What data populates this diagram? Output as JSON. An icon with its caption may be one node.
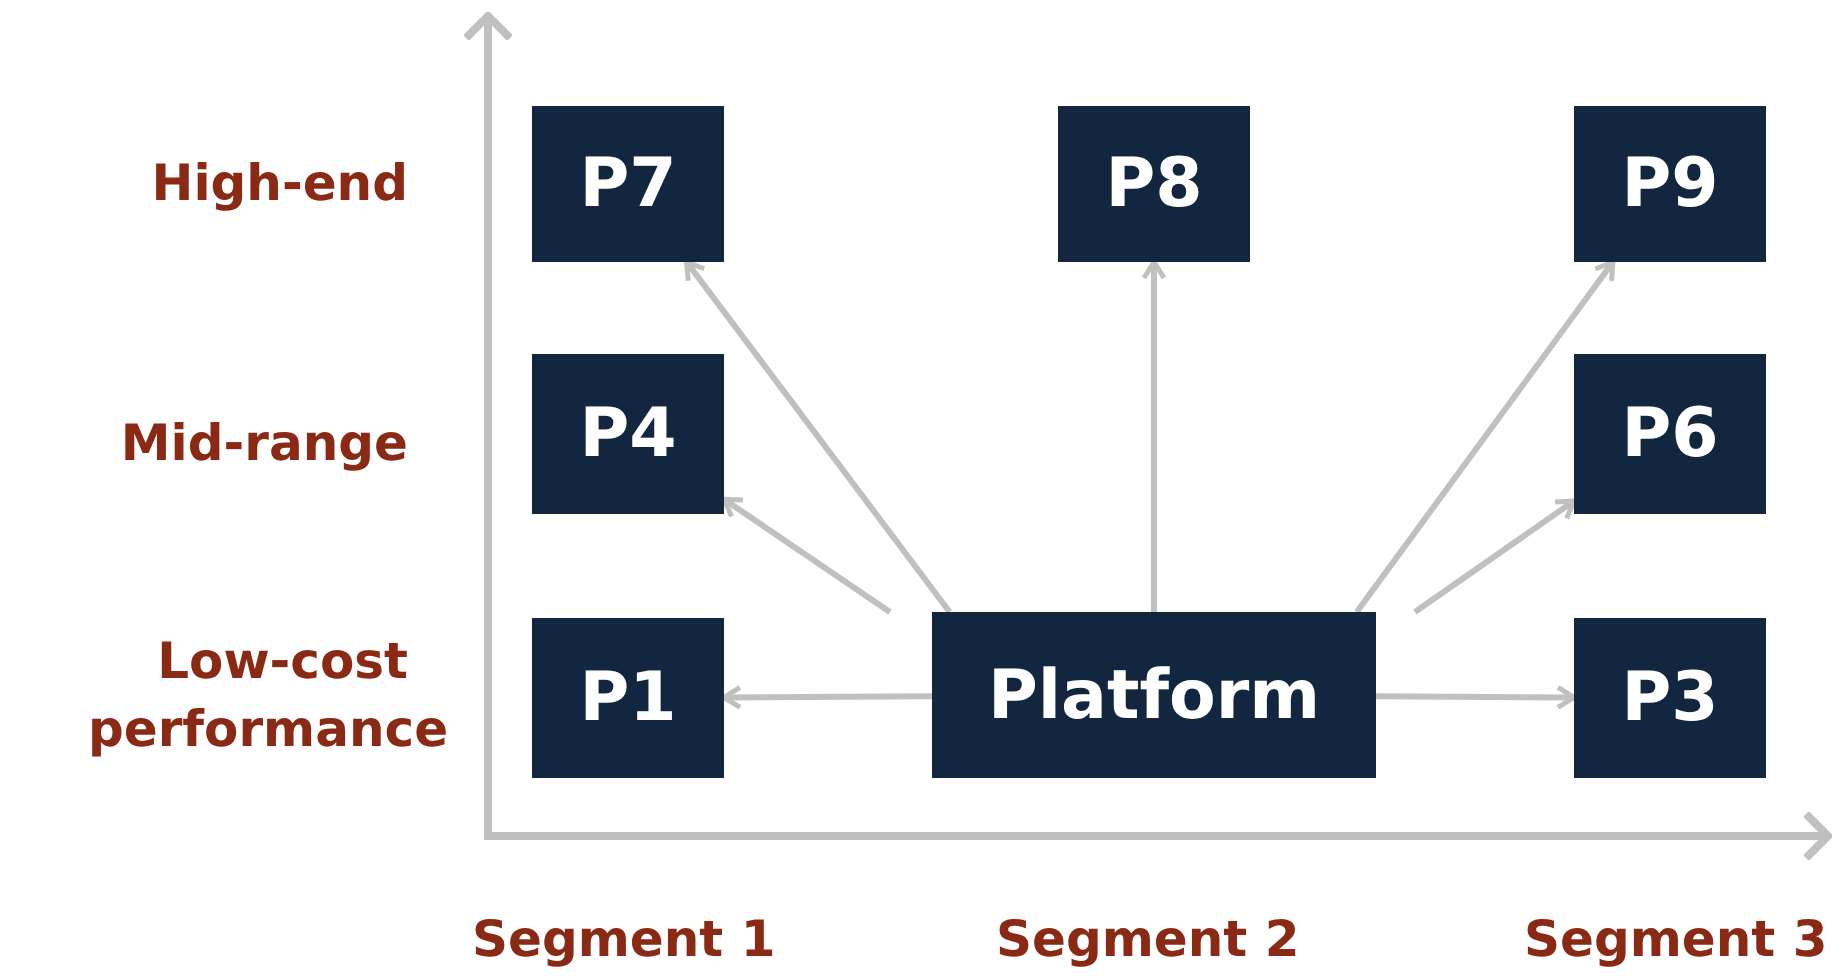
{
  "diagram": {
    "nodes": [
      {
        "text": [
          "P7"
        ]
      },
      {
        "text": [
          "P8"
        ]
      },
      {
        "text": [
          "P9"
        ]
      },
      {
        "text": [
          "P4"
        ]
      },
      {
        "text": [
          "P6"
        ]
      },
      {
        "text": [
          "P1"
        ]
      },
      {
        "text": [
          "Platform"
        ]
      },
      {
        "text": [
          "P3"
        ]
      }
    ],
    "edges": [
      {
        "from": 6,
        "to": 5,
        "arrow": "to"
      },
      {
        "from": 6,
        "to": 7,
        "arrow": "to"
      },
      {
        "from": 6,
        "to": 3,
        "arrow": "to"
      },
      {
        "from": 6,
        "to": 4,
        "arrow": "to"
      },
      {
        "from": 6,
        "to": 0,
        "arrow": "to"
      },
      {
        "from": 6,
        "to": 1,
        "arrow": "to"
      },
      {
        "from": 6,
        "to": 2,
        "arrow": "to"
      }
    ],
    "labels": [
      "High-end",
      "Mid-range",
      "Low-cost performance",
      "Segment 1",
      "Segment 2",
      "Segment 3"
    ]
  }
}
